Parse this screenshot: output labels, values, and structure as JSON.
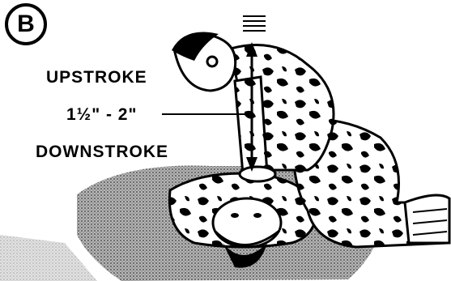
{
  "panel": {
    "letter": "B"
  },
  "labels": {
    "upstroke": "UPSTROKE",
    "distance": "1½\" - 2\"",
    "downstroke": "DOWNSTROKE"
  },
  "colors": {
    "ink": "#000000",
    "paper": "#ffffff",
    "ground": "#8a8a8a"
  }
}
